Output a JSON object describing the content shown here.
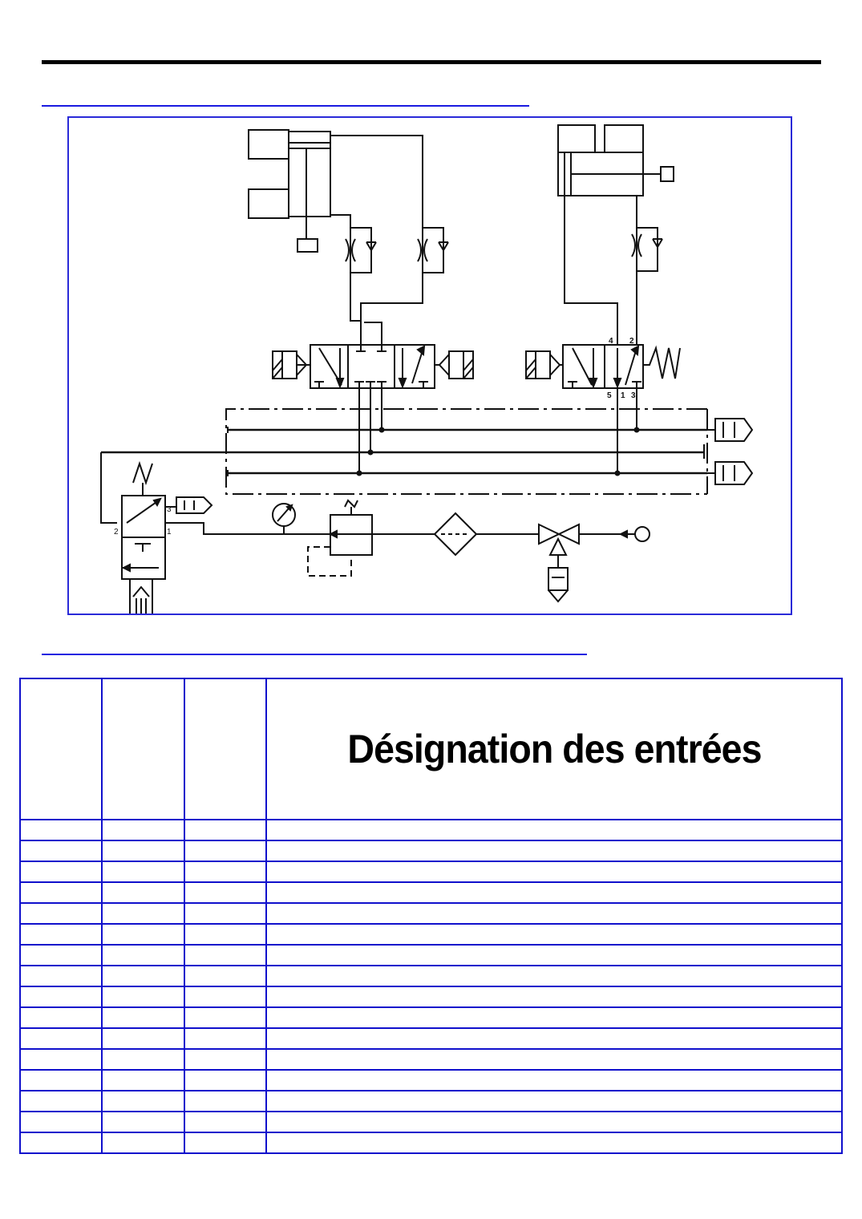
{
  "table": {
    "designation_header": "Désignation des entrées",
    "row_count": 16,
    "column_count": 4
  },
  "diagram": {
    "valve1_port_labels": [
      "4",
      "2",
      "5",
      "1",
      "3"
    ],
    "line_color": "#111111",
    "frame_color": "#2a2ad8",
    "table_border_color": "#1010cc",
    "rule_color": "#1a1ae0"
  }
}
